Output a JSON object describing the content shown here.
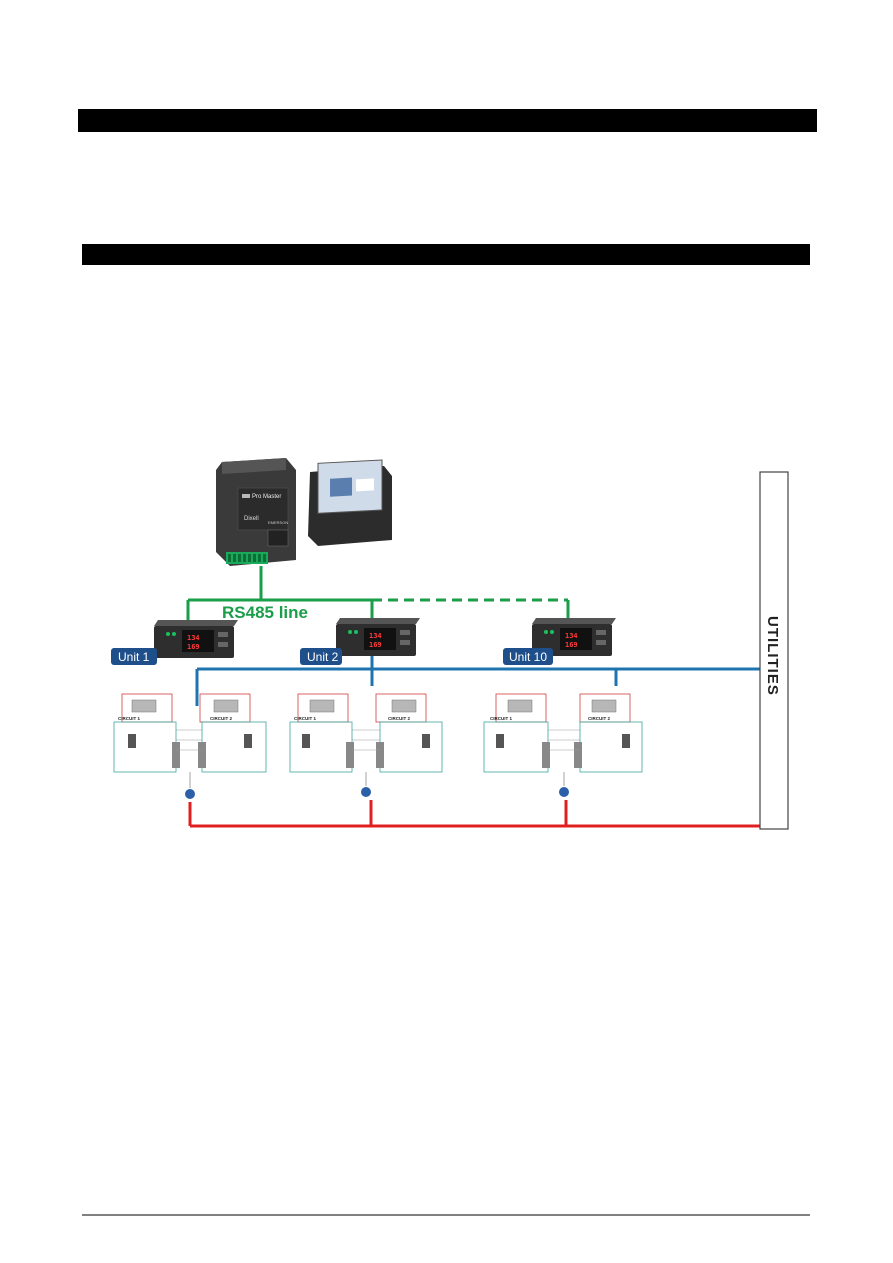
{
  "header_bars": [
    "",
    ""
  ],
  "diagram": {
    "master_controller": {
      "brand": "Dixell",
      "model": "Pro Master",
      "maker": "EMERSON"
    },
    "rs485_label": "RS485 line",
    "utilities_label": "UTILITIES",
    "units": [
      {
        "tag": "Unit 1",
        "display_top": "134",
        "display_bottom": "169"
      },
      {
        "tag": "Unit 2",
        "display_top": "134",
        "display_bottom": "169"
      },
      {
        "tag": "Unit 10",
        "display_top": "134",
        "display_bottom": "169"
      }
    ],
    "circuit_labels": [
      "CIRCUIT 1",
      "CIRCUIT 2"
    ],
    "colors": {
      "rs485_line": "#1a9e4a",
      "utility_line": "#1f74b0",
      "return_line": "#e02020",
      "unit_tag": "#1e4f8a"
    }
  }
}
